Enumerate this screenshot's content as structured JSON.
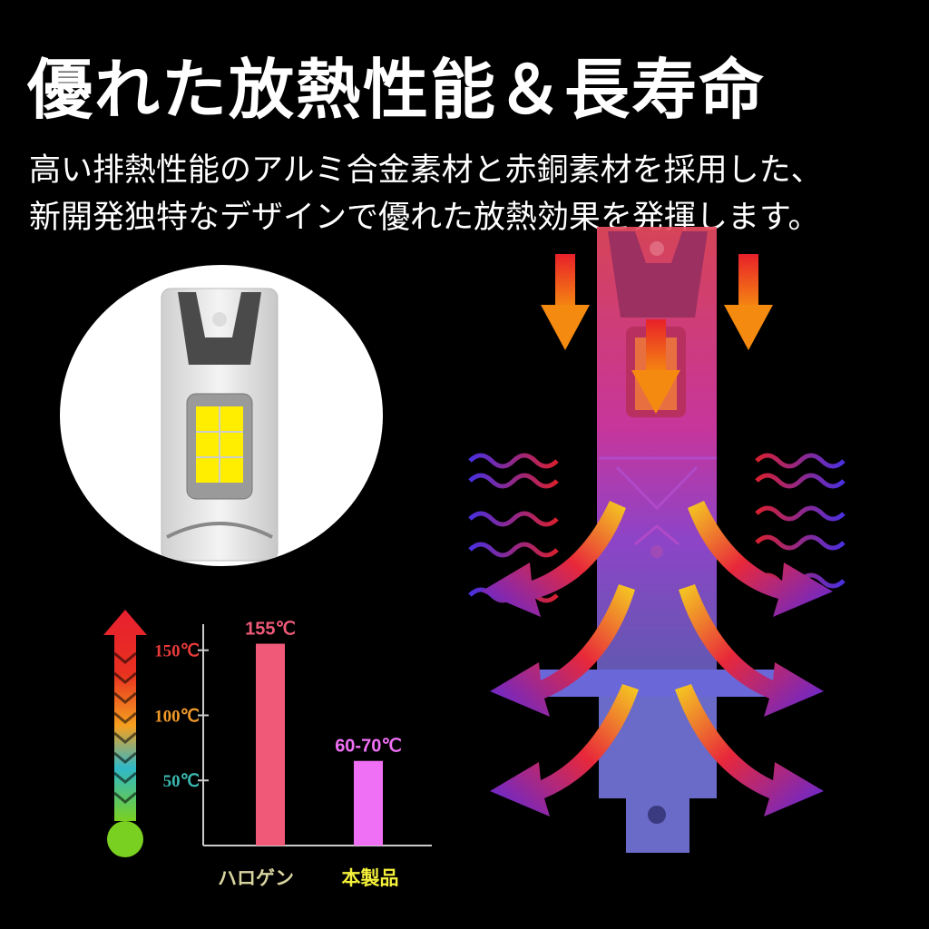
{
  "header": {
    "title": "優れた放熱性能＆長寿命",
    "description_line1": "高い排熱性能のアルミ合金素材と赤銅素材を採用した、",
    "description_line2": "新開発独特なデザインで優れた放熱効果を発揮します。"
  },
  "colors": {
    "halogen_bar": "#f05a78",
    "product_bar": "#f070f5",
    "halogen_label": "#d8d4a0",
    "product_label": "#f4f03a",
    "tick_150": "#e83a3a",
    "tick_100": "#f09a2a",
    "tick_50": "#3ab8b0"
  },
  "chart_data": {
    "type": "bar",
    "categories": [
      "ハロゲン",
      "本製品"
    ],
    "values": [
      155,
      65
    ],
    "value_labels": [
      "155℃",
      "60-70℃"
    ],
    "ylim": [
      0,
      170
    ],
    "ticks": [
      {
        "value": 150,
        "label": "150℃"
      },
      {
        "value": 100,
        "label": "100℃"
      },
      {
        "value": 50,
        "label": "50℃"
      }
    ],
    "grid": false
  }
}
